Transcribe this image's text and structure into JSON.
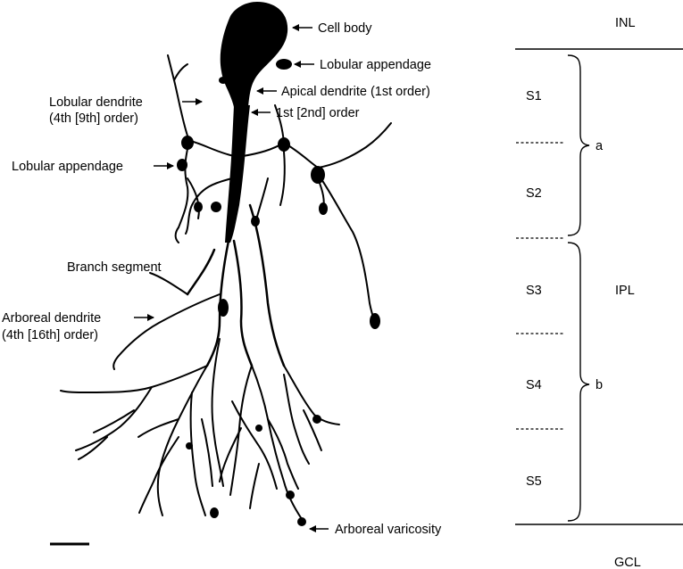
{
  "labels": {
    "cell_body": "Cell body",
    "lobular_appendage_top": "Lobular appendage",
    "apical_dendrite": "Apical dendrite (1st order)",
    "first_second_order": "1st [2nd] order",
    "lobular_dendrite_line1": "Lobular dendrite",
    "lobular_dendrite_line2": "(4th [9th] order)",
    "lobular_appendage_left": "Lobular appendage",
    "branch_segment": "Branch segment",
    "arboreal_dendrite_line1": "Arboreal dendrite",
    "arboreal_dendrite_line2": "(4th [16th] order)",
    "arboreal_varicosity": "Arboreal varicosity"
  },
  "layers": {
    "inl": "INL",
    "ipl": "IPL",
    "gcl": "GCL",
    "strata": [
      "S1",
      "S2",
      "S3",
      "S4",
      "S5"
    ],
    "sublamina_a": "a",
    "sublamina_b": "b"
  },
  "colors": {
    "ink": "#000000",
    "background": "#ffffff"
  },
  "icons": {
    "arrow": "left-arrow-icon",
    "scale_bar": "scale-bar"
  }
}
